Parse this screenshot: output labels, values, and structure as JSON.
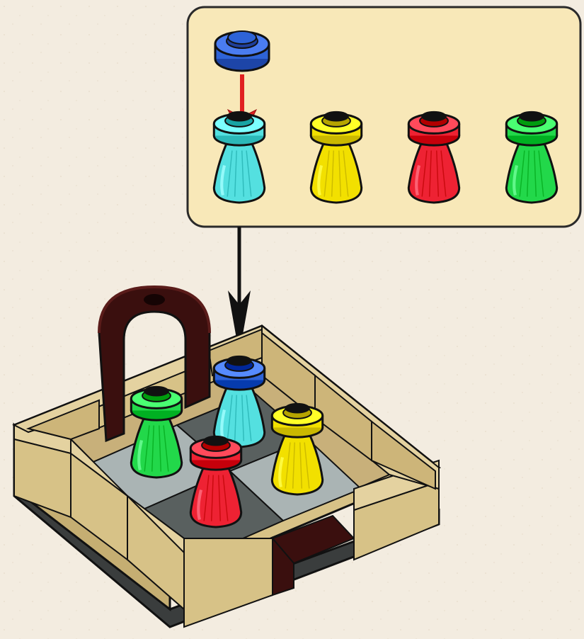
{
  "scene": {
    "background_color": "#f3ece0",
    "callout_background_color": "#f8e8b8",
    "assembly_arrow_color": "#111111",
    "insert_arrow_color": "#e02020"
  },
  "callout": {
    "step_piece": {
      "name": "round plate 1x1",
      "color": "#2e63d6"
    },
    "bottles": [
      {
        "name": "bottle-cyan",
        "color": "#54e0e0"
      },
      {
        "name": "bottle-yellow",
        "color": "#f2e000"
      },
      {
        "name": "bottle-red",
        "color": "#ee2233"
      },
      {
        "name": "bottle-green",
        "color": "#22d84a"
      }
    ]
  },
  "model": {
    "base_color": "#d7c287",
    "arch_color": "#3a0f0e",
    "tile_light_color": "#aab4b4",
    "tile_dark_color": "#59605f",
    "bottles": [
      {
        "name": "green-potion",
        "color": "#22d84a"
      },
      {
        "name": "blue-capped-cyan-potion",
        "color": "#54e0e0",
        "cap": "#2e63d6"
      },
      {
        "name": "yellow-potion",
        "color": "#f2e000"
      },
      {
        "name": "red-potion",
        "color": "#ee2233"
      }
    ]
  }
}
